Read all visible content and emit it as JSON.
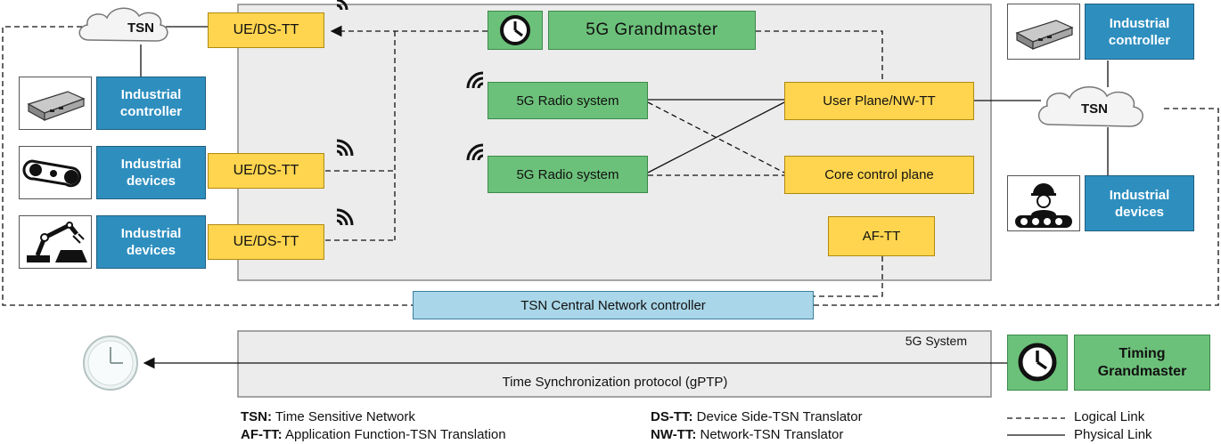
{
  "system": {
    "system_5g_label": "5G System",
    "gptp_label": "Time Synchronization protocol (gPTP)",
    "grandmaster_label": "5G Grandmaster",
    "radio_top_label": "5G Radio system",
    "radio_bottom_label": "5G Radio system",
    "user_plane_label": "User Plane/NW-TT",
    "core_control_label": "Core control plane",
    "af_tt_label": "AF-TT",
    "cnc_label": "TSN Central Network controller"
  },
  "left": {
    "tsn_label": "TSN",
    "ue_top_label": "UE/DS-TT",
    "ue_mid_label": "UE/DS-TT",
    "ue_bottom_label": "UE/DS-TT",
    "controller_label": [
      "Industrial",
      "controller"
    ],
    "devices_mid_label": [
      "Industrial",
      "devices"
    ],
    "devices_bottom_label": [
      "Industrial",
      "devices"
    ]
  },
  "right": {
    "tsn_label": "TSN",
    "controller_label": [
      "Industrial",
      "controller"
    ],
    "devices_label": [
      "Industrial",
      "devices"
    ],
    "timing_label": [
      "Timing",
      "Grandmaster"
    ]
  },
  "legend": {
    "tsn_key": "TSN:",
    "tsn_text": " Time Sensitive Network",
    "aftt_key": "AF-TT:",
    "aftt_text": " Application Function-TSN Translation",
    "dstt_key": "DS-TT:",
    "dstt_text": " Device Side-TSN Translator",
    "nwtt_key": "NW-TT:",
    "nwtt_text": " Network-TSN Translator",
    "logical": "Logical Link",
    "physical": "Physical Link"
  },
  "colors": {
    "green": "#6cc17a",
    "yellow": "#ffd54f",
    "blue": "#2e8fbf",
    "cnc_blue": "#a9d6e8"
  }
}
